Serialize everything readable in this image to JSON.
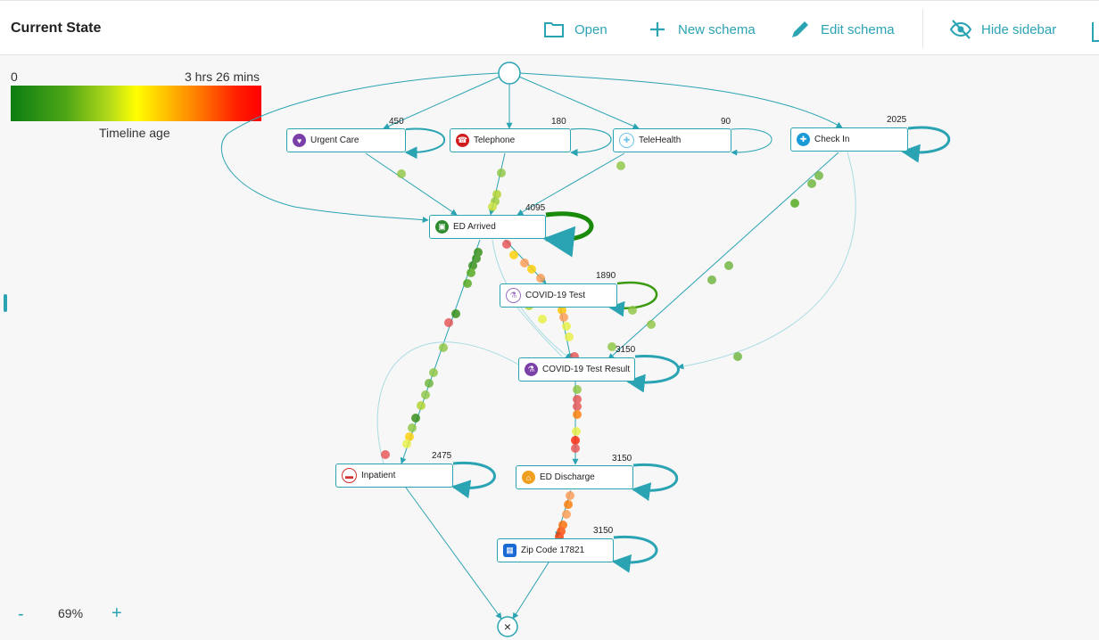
{
  "header": {
    "title": "Current State",
    "open_label": "Open",
    "new_schema_label": "New schema",
    "edit_schema_label": "Edit schema",
    "hide_sidebar_label": "Hide sidebar"
  },
  "legend": {
    "min_label": "0",
    "max_label": "3 hrs 26 mins",
    "title": "Timeline age",
    "colors": [
      "#0b7d12",
      "#4ea616",
      "#b8dc1a",
      "#ffff00",
      "#ffc000",
      "#ff7a00",
      "#ff0000"
    ]
  },
  "zoom": {
    "minus": "-",
    "value": "69%",
    "plus": "+"
  },
  "nodes": [
    {
      "label": "Urgent Care",
      "count": "450",
      "icon": "heart-icon",
      "color": "#7b3fa8"
    },
    {
      "label": "Telephone",
      "count": "180",
      "icon": "phone-icon",
      "color": "#d01c1c"
    },
    {
      "label": "TeleHealth",
      "count": "90",
      "icon": "cross-icon",
      "color": "#6fc3e8"
    },
    {
      "label": "Check In",
      "count": "2025",
      "icon": "plus-icon",
      "color": "#1a9ad6"
    },
    {
      "label": "ED Arrived",
      "count": "4095",
      "icon": "ambulance-icon",
      "color": "#2e8b2e"
    },
    {
      "label": "COVID-19 Test",
      "count": "1890",
      "icon": "flask-icon",
      "color": "#9b6fc0"
    },
    {
      "label": "COVID-19 Test Result",
      "count": "3150",
      "icon": "flask-icon",
      "color": "#7b3fa8"
    },
    {
      "label": "Inpatient",
      "count": "2475",
      "icon": "bed-icon",
      "color": "#d03030"
    },
    {
      "label": "ED Discharge",
      "count": "3150",
      "icon": "home-icon",
      "color": "#f0a020"
    },
    {
      "label": "Zip Code 17821",
      "count": "3150",
      "icon": "hospital-icon",
      "color": "#1a6ad6"
    }
  ],
  "end_marker": "×"
}
